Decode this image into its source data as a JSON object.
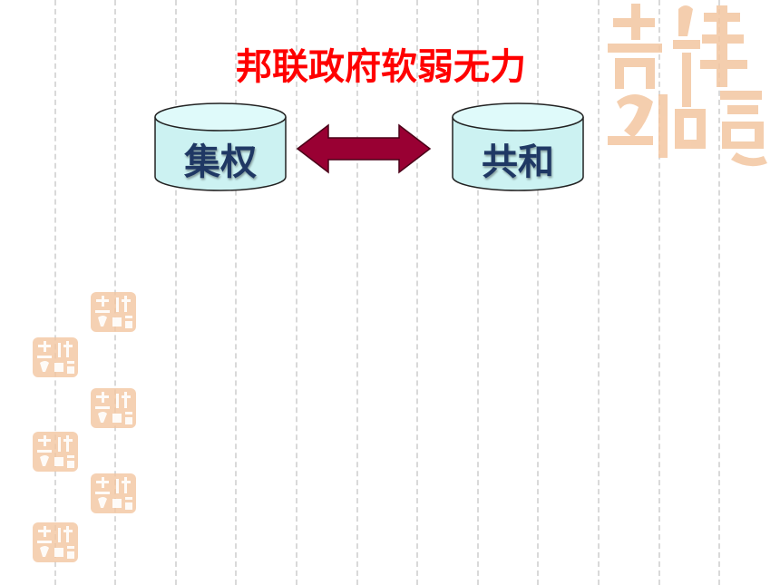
{
  "slide": {
    "title": "邦联政府软弱无力",
    "left_box_label": "集权",
    "right_box_label": "共和"
  },
  "colors": {
    "title": "#ff0000",
    "box_fill": "#ccf2f2",
    "box_text": "#1f3864",
    "arrow_fill": "#990033",
    "seal_tint": "#f3c6a0",
    "grid": "#d9d9d9"
  },
  "decorations": {
    "arrow": "double-headed-arrow-icon",
    "seal": "auspicious-seal-icon",
    "seal_text": "吉祥如意"
  }
}
